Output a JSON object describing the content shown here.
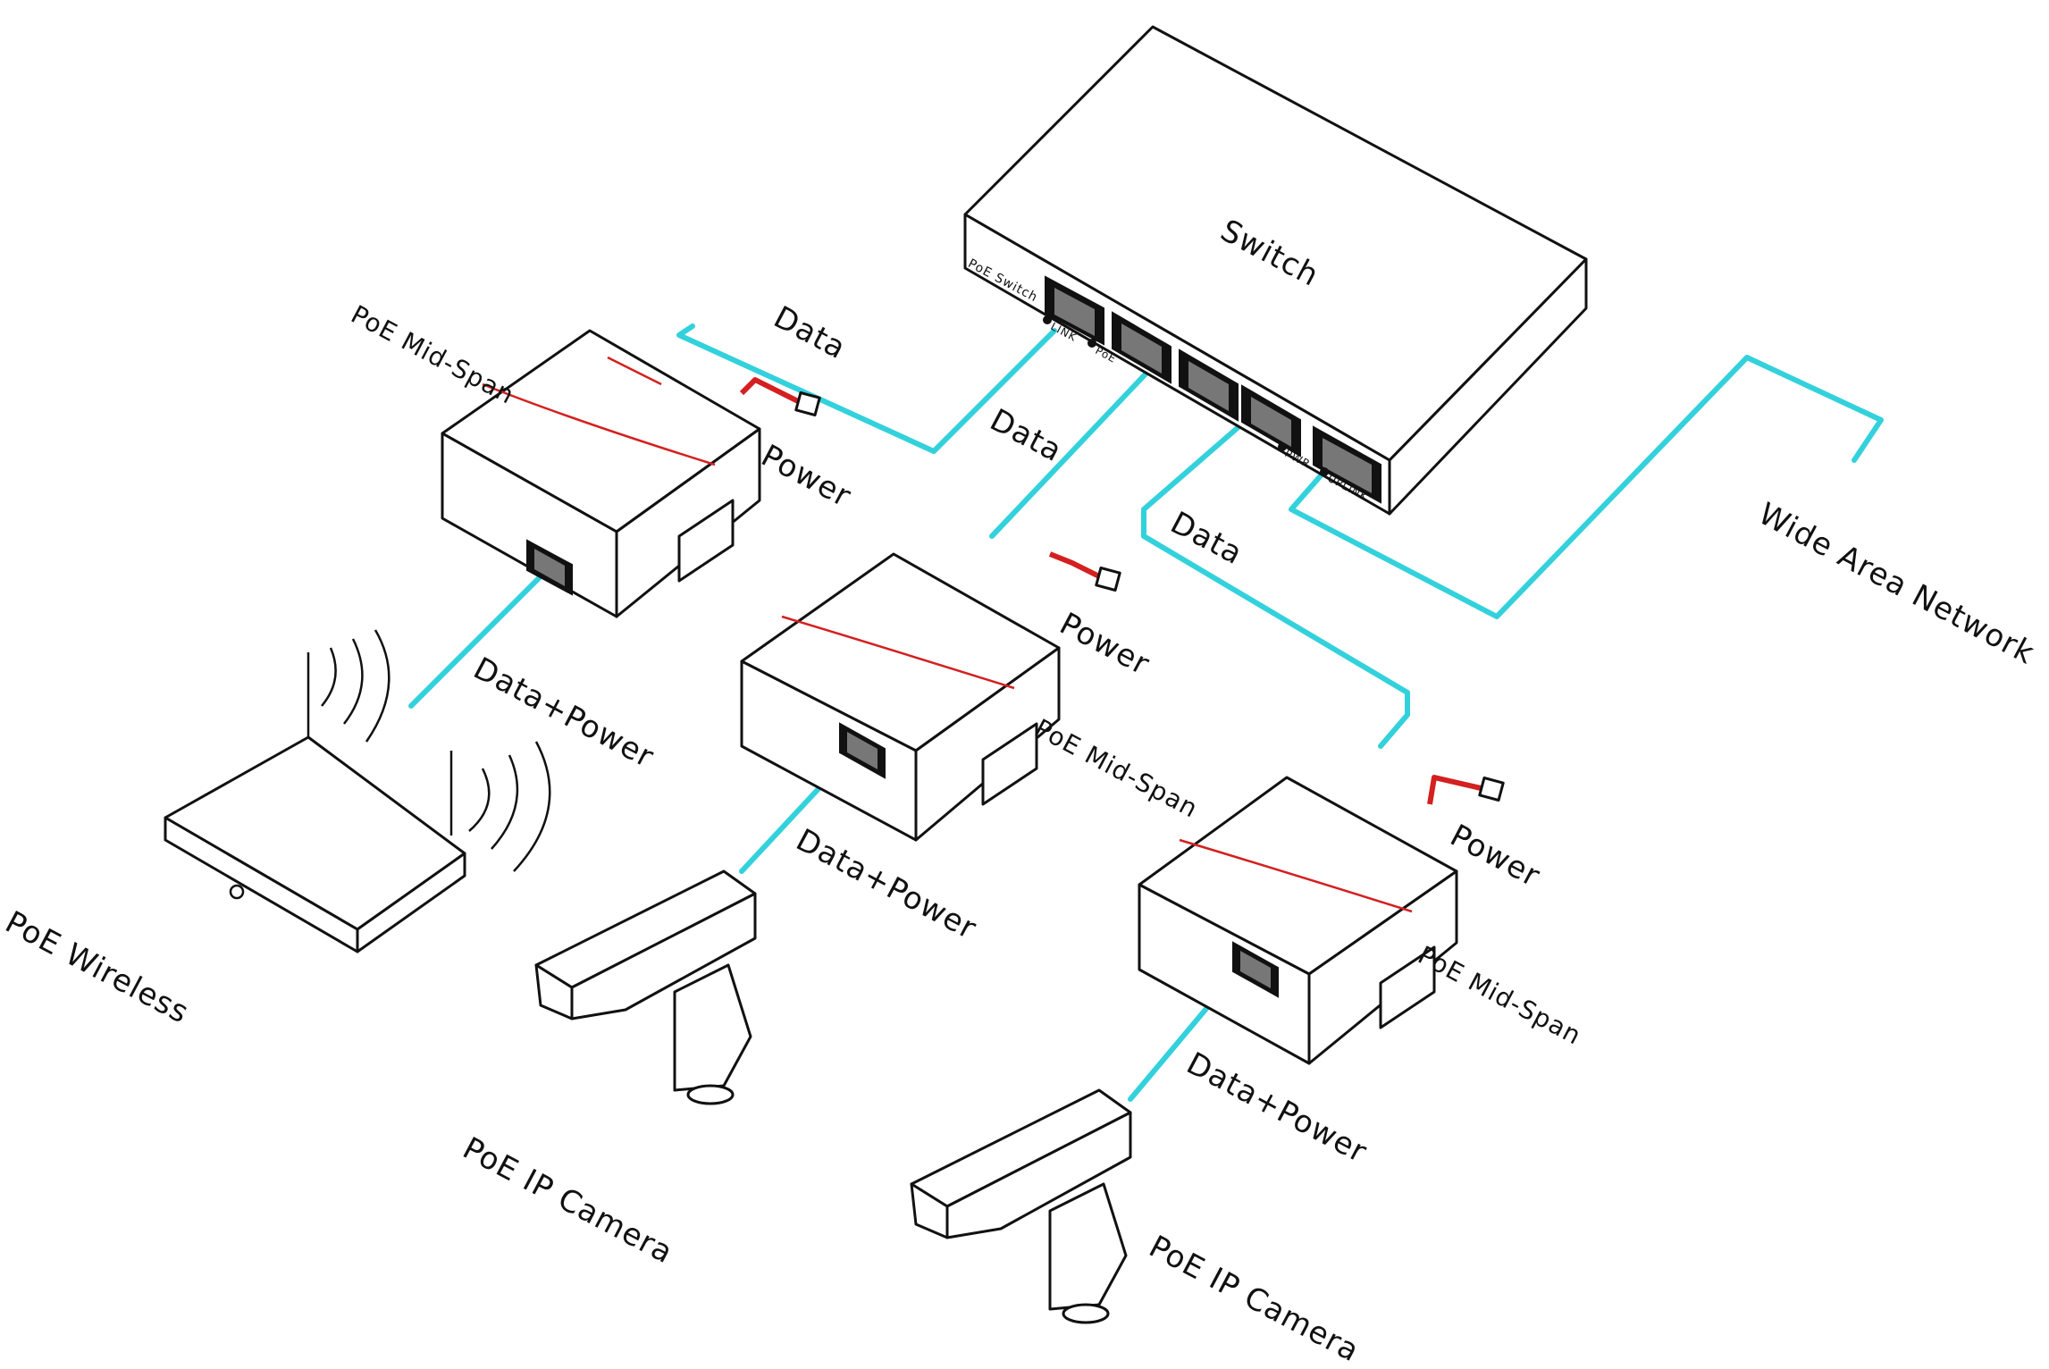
{
  "colors": {
    "data_cable": "#33D1DC",
    "power_cable": "#D42020",
    "outline": "#111111"
  },
  "switch": {
    "label": "Switch",
    "front_label": "PoE Switch",
    "led_link": "LINK",
    "led_poe": "PoE",
    "led_pwr": "PWR",
    "uplink": "UPLINK"
  },
  "links": {
    "data_1": "Data",
    "data_2": "Data",
    "data_3": "Data",
    "wan": "Wide Area Network"
  },
  "midspans": [
    {
      "label": "PoE Mid-Span",
      "power": "Power",
      "output": "Data+Power"
    },
    {
      "label": "PoE Mid-Span",
      "power": "Power",
      "output": "Data+Power"
    },
    {
      "label": "PoE Mid-Span",
      "power": "Power",
      "output": "Data+Power"
    }
  ],
  "endpoints": {
    "wireless": "PoE Wireless",
    "camera_1": "PoE IP Camera",
    "camera_2": "PoE IP Camera"
  }
}
